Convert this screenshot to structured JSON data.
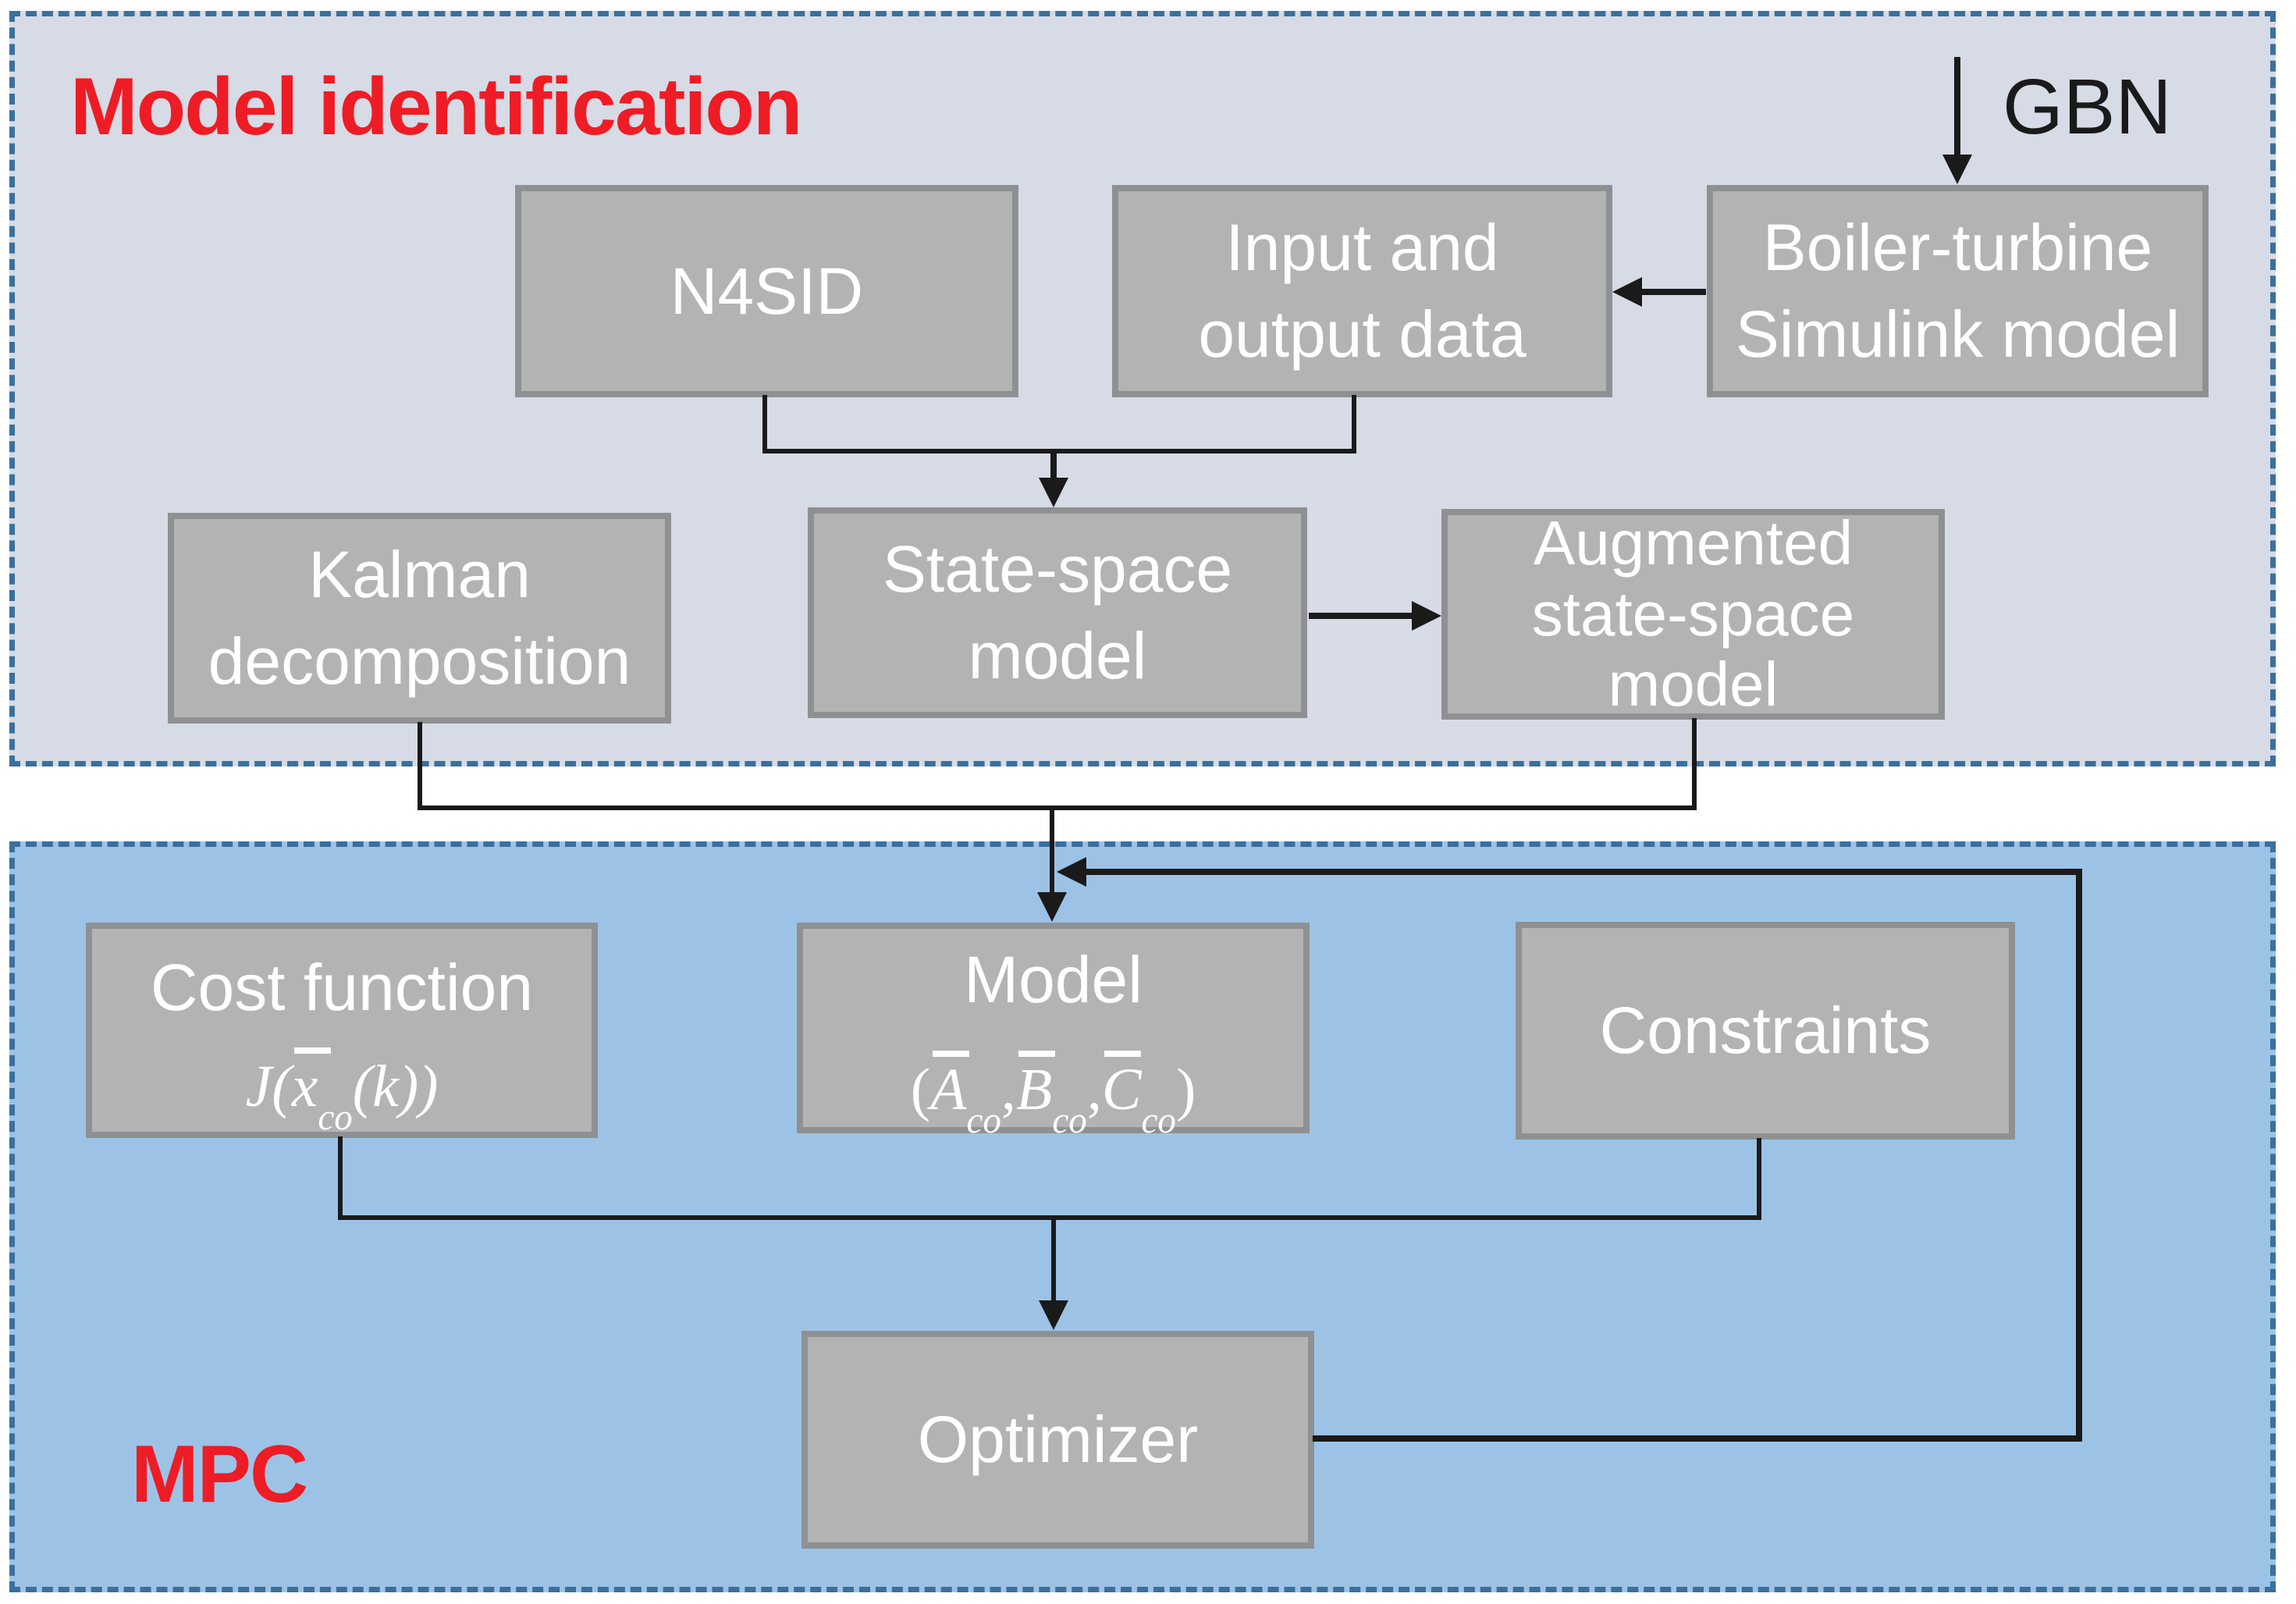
{
  "figure": {
    "section_top_title": "Model identification",
    "section_bottom_title": "MPC",
    "gbn_label": "GBN"
  },
  "boxes": {
    "n4sid": {
      "line1": "N4SID"
    },
    "io_data": {
      "line1": "Input and",
      "line2": "output data"
    },
    "boiler": {
      "line1": "Boiler-turbine",
      "line2": "Simulink model"
    },
    "kalman": {
      "line1": "Kalman",
      "line2": "decomposition"
    },
    "state_space": {
      "line1": "State-space",
      "line2": "model"
    },
    "augmented": {
      "line1": "Augmented",
      "line2": "state-space",
      "line3": "model"
    },
    "cost_function": {
      "title": "Cost function",
      "formula": {
        "lead": "J(",
        "var": "x",
        "sub": "co",
        "tail": "(k))"
      }
    },
    "model": {
      "title": "Model",
      "formula": {
        "open": "(",
        "var1": "A",
        "var2": "B",
        "var3": "C",
        "sub": "co",
        "comma": ",",
        "close": ")"
      }
    },
    "constraints": {
      "line1": "Constraints"
    },
    "optimizer": {
      "line1": "Optimizer"
    }
  },
  "colors": {
    "section_top_background": "#d7dbe5",
    "section_mpc_background": "#9cc3e6",
    "section_dashed_border": "#38709f",
    "box_fill": "#b3b3b3",
    "box_border": "#8f9092",
    "box_text": "#ffffff",
    "section_title_red": "#ee1c25",
    "arrow_black": "#1a1a1a"
  }
}
